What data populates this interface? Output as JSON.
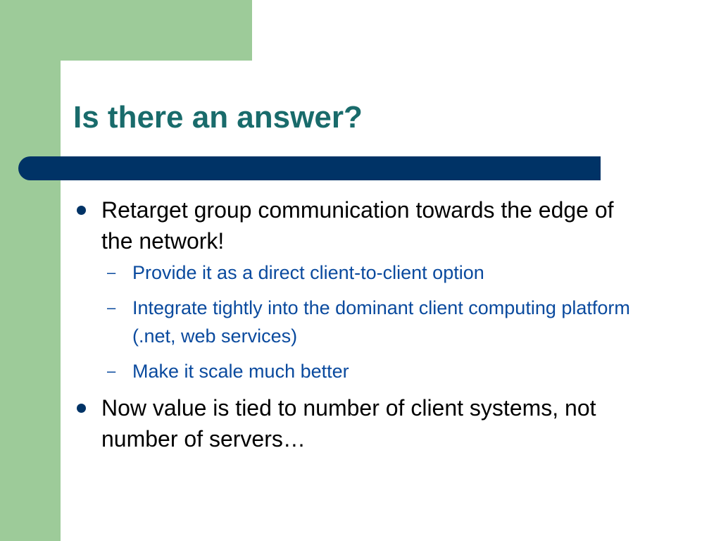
{
  "slide": {
    "title": "Is there an answer?",
    "bullets": [
      {
        "text": "Retarget group communication towards the edge of the network!",
        "subitems": [
          "Provide it as a direct client-to-client option",
          "Integrate tightly into the dominant client computing platform (.net, web services)",
          "Make it scale much better"
        ]
      },
      {
        "text": "Now value is tied to number of client systems, not number of servers…",
        "subitems": []
      }
    ],
    "bullet_marker": "●",
    "sub_marker": "–"
  },
  "colors": {
    "accent_green": "#9dcb99",
    "title_bar": "#003366",
    "title_text": "#196b6b",
    "body_text": "#000000",
    "sub_text": "#0a4a9e",
    "background": "#ffffff"
  }
}
